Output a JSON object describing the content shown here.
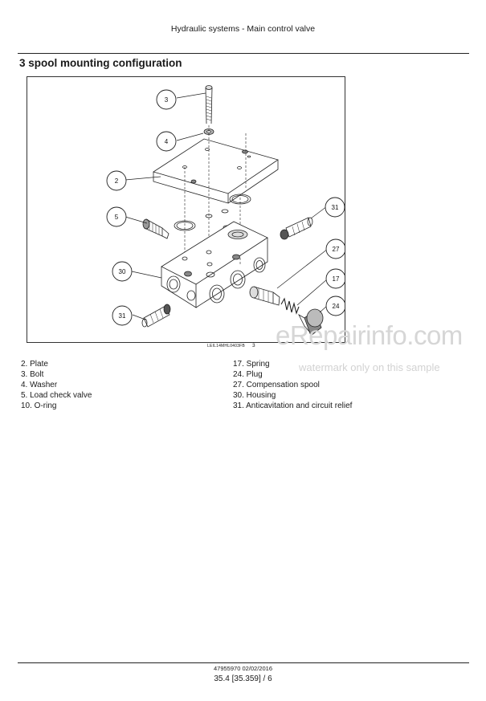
{
  "header": {
    "title": "Hydraulic systems - Main control valve"
  },
  "section": {
    "title": "3 spool mounting configuration"
  },
  "figure": {
    "code": "LEIL14MHL0403FB",
    "number": "3",
    "callouts": [
      "3",
      "4",
      "2",
      "5",
      "30",
      "31",
      "31",
      "27",
      "17",
      "24"
    ]
  },
  "legend": {
    "left": [
      "2.  Plate",
      "3.  Bolt",
      "4.  Washer",
      "5.  Load check valve",
      "10.  O-ring"
    ],
    "right": [
      "17.  Spring",
      "24.  Plug",
      "27.  Compensation spool",
      "30.  Housing",
      "31.  Anticavitation and circuit relief"
    ]
  },
  "watermark": {
    "site": "eRepairinfo.com",
    "note": "watermark only on this sample"
  },
  "footer": {
    "doc": "47955970 02/02/2016",
    "page": "35.4 [35.359] / 6"
  }
}
